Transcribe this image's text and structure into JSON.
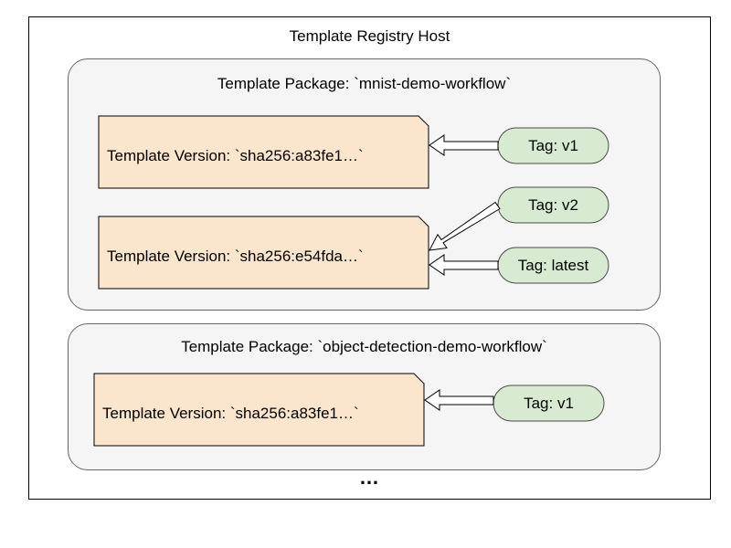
{
  "host": {
    "title": "Template Registry Host"
  },
  "packages": [
    {
      "title": "Template Package: `mnist-demo-workflow`",
      "versions": [
        {
          "label": "Template Version: `sha256:a83fe1…`"
        },
        {
          "label": "Template Version: `sha256:e54fda…`"
        }
      ],
      "tags": [
        {
          "label": "Tag: v1",
          "target_version": 0
        },
        {
          "label": "Tag: v2",
          "target_version": 1
        },
        {
          "label": "Tag: latest",
          "target_version": 1
        }
      ]
    },
    {
      "title": "Template Package: `object-detection-demo-workflow`",
      "versions": [
        {
          "label": "Template Version: `sha256:a83fe1…`"
        }
      ],
      "tags": [
        {
          "label": "Tag: v1",
          "target_version": 0
        }
      ]
    }
  ],
  "more_indicator": "…",
  "colors": {
    "version_fill": "#fce5cd",
    "tag_fill": "#d9ead3",
    "tag_stroke": "#4a4a4a",
    "package_fill": "#f5f5f5",
    "arrow_fill": "#ffffff"
  }
}
